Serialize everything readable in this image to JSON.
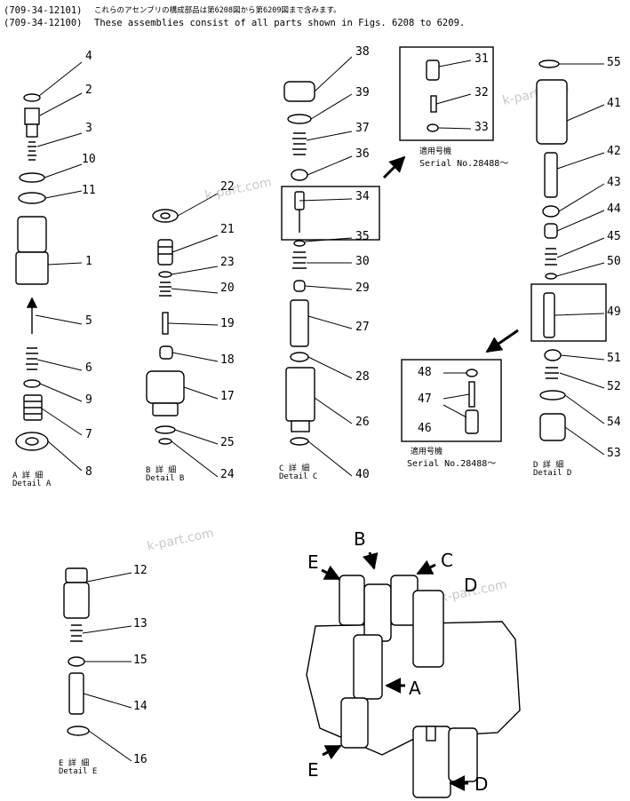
{
  "header": {
    "part_no_1": "(709-34-12101)",
    "part_no_2": "(709-34-12100)",
    "note_jp": "これらのアセンブリの構成部品は第6208図から第6209図まで含みます。",
    "note_en": "These assemblies consist of all parts shown in Figs. 6208 to 6209."
  },
  "details": {
    "a": {
      "jp": "A 詳 細",
      "en": "Detail A"
    },
    "b": {
      "jp": "B 詳 細",
      "en": "Detail B"
    },
    "c": {
      "jp": "C 詳 細",
      "en": "Detail C"
    },
    "d": {
      "jp": "D 詳 細",
      "en": "Detail D"
    },
    "e": {
      "jp": "E 詳 細",
      "en": "Detail E"
    }
  },
  "serial_boxes": {
    "upper": {
      "jp": "適用号機",
      "en": "Serial No.28488～"
    },
    "lower": {
      "jp": "適用号機",
      "en": "Serial No.28488～"
    }
  },
  "watermark": "k-part.com",
  "callouts": [
    "1",
    "2",
    "3",
    "4",
    "5",
    "6",
    "7",
    "8",
    "9",
    "10",
    "11",
    "12",
    "13",
    "14",
    "15",
    "16",
    "17",
    "18",
    "19",
    "20",
    "21",
    "22",
    "23",
    "24",
    "25",
    "26",
    "27",
    "28",
    "29",
    "30",
    "31",
    "32",
    "33",
    "34",
    "35",
    "36",
    "37",
    "38",
    "39",
    "40",
    "41",
    "42",
    "43",
    "44",
    "45",
    "46",
    "47",
    "48",
    "49",
    "50",
    "51",
    "52",
    "53",
    "54",
    "55"
  ],
  "assembly_letters": [
    "A",
    "B",
    "C",
    "D",
    "E",
    "E",
    "D"
  ]
}
